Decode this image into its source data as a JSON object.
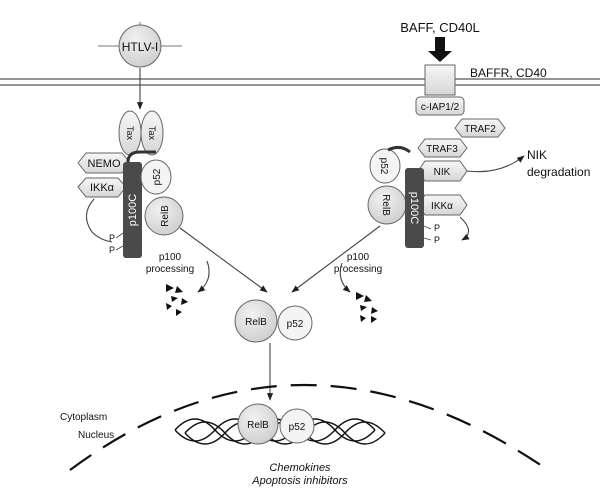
{
  "left": {
    "virus_label": "HTLV-I",
    "tax_1": "Tax",
    "tax_2": "Tax",
    "nemo": "NEMO",
    "ikk": "IKKα",
    "p52": "p52",
    "p100c": "p100C",
    "relb": "RelB",
    "phospho_1": "P",
    "phospho_2": "P",
    "processing_1": "p100",
    "processing_2": "processing"
  },
  "right": {
    "ligands": "BAFF, CD40L",
    "receptor": "BAFFR, CD40",
    "ciap": "c-IAP1/2",
    "traf2": "TRAF2",
    "traf3": "TRAF3",
    "nik": "NIK",
    "ikk": "IKKα",
    "p52": "p52",
    "relb": "RelB",
    "p100c": "p100C",
    "phospho_1": "P",
    "phospho_2": "P",
    "processing_1": "p100",
    "processing_2": "processing",
    "nik_degradation_1": "NIK",
    "nik_degradation_2": "degradation"
  },
  "center": {
    "relb": "RelB",
    "p52": "p52"
  },
  "nucleus": {
    "cytoplasm_label": "Cytoplasm",
    "nucleus_label": "Nucleus",
    "relb": "RelB",
    "p52": "p52",
    "target_1": "Chemokines",
    "target_2": "Apoptosis inhibitors"
  },
  "colors": {
    "membrane": "#555555",
    "p100c_fill": "#4a4a4a",
    "relb_fill": "#d9d9d9",
    "light_fill": "#ececec",
    "arrow": "#111111"
  }
}
